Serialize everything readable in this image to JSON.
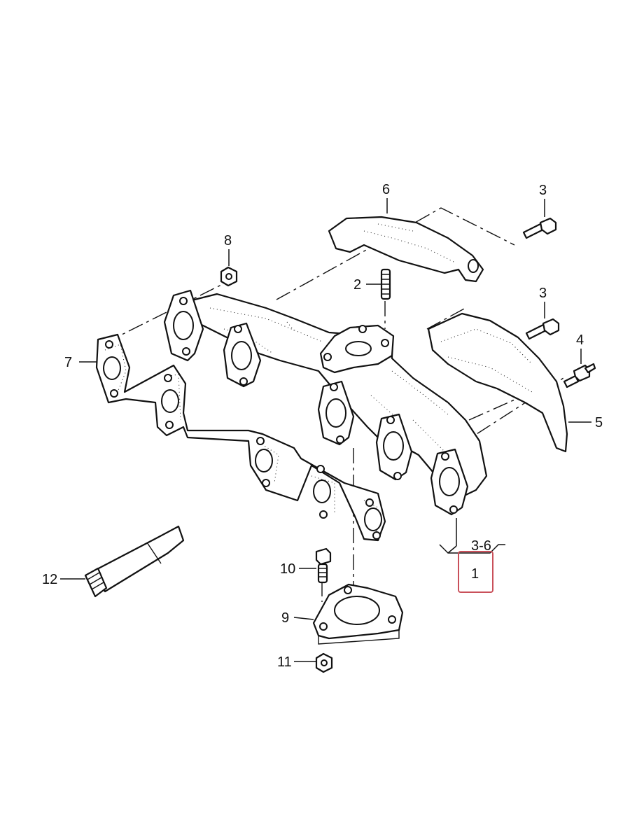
{
  "callouts": {
    "c1": "1",
    "c2": "2",
    "c3a": "3",
    "c3b": "3",
    "c3_6": "3-6",
    "c4": "4",
    "c5": "5",
    "c6": "6",
    "c7": "7",
    "c8": "8",
    "c9": "9",
    "c10": "10",
    "c11": "11",
    "c12": "12"
  },
  "highlight": {
    "color": "#c9505a"
  }
}
